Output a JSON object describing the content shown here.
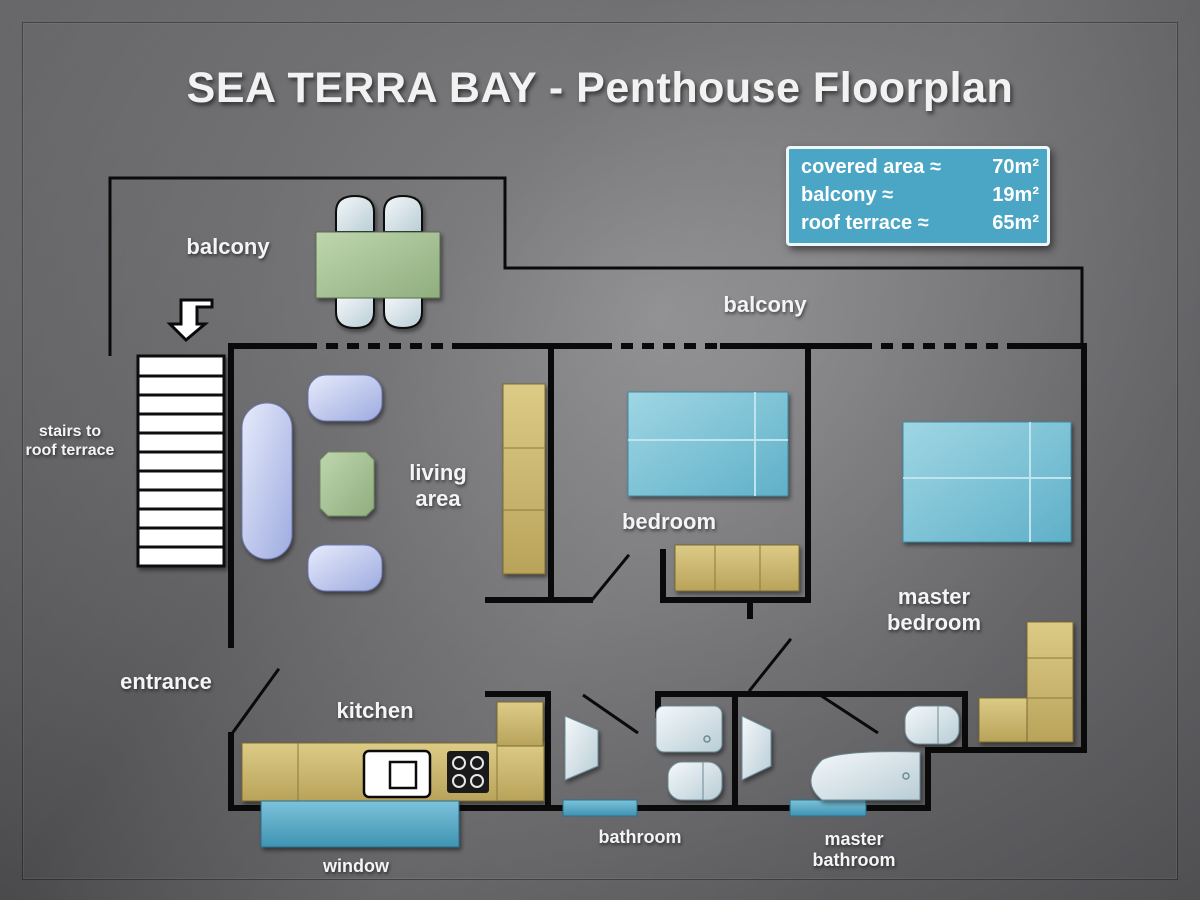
{
  "title": "SEA TERRA BAY  -  Penthouse Floorplan",
  "areas": {
    "covered_label": "covered area ≈",
    "covered_value": "70m²",
    "balcony_label": "balcony ≈",
    "balcony_value": "19m²",
    "roof_label": "roof terrace ≈",
    "roof_value": "65m²"
  },
  "rooms": {
    "balcony_upper": "balcony",
    "balcony_lower": "balcony",
    "stairs_line1": "stairs to",
    "stairs_line2": "roof terrace",
    "living_line1": "living",
    "living_line2": "area",
    "bedroom": "bedroom",
    "master_line1": "master",
    "master_line2": "bedroom",
    "entrance": "entrance",
    "kitchen": "kitchen",
    "bathroom": "bathroom",
    "master_bath_line1": "master",
    "master_bath_line2": "bathroom",
    "window": "window"
  },
  "colors": {
    "wall": "#0a0a0a",
    "furniture_tan": "#cdb86e",
    "bed_blue": "#7fc4d6",
    "window_blue": "#55a9c6",
    "dining_green": "#a9c49a",
    "sofa_lavender": "#b9c4ee",
    "fixture_white": "#dde8ee",
    "callout_blue": "#4aa6c4"
  }
}
